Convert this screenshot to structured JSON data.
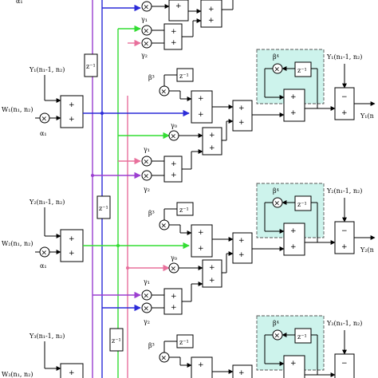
{
  "colors": {
    "purple": "#9b3fd0",
    "blue": "#2b2bd8",
    "green": "#33dd33",
    "pink": "#e8709c",
    "highlight": "#cdf3ec"
  },
  "inputs": [
    {
      "y": "Y₁(n₁-1, n₂)",
      "w": "W₁(n₁, n₂)",
      "alpha": "α₁"
    },
    {
      "y": "Y₂(n₁-1, n₂)",
      "w": "W₂(n₁, n₂)",
      "alpha": "α₁"
    },
    {
      "y": "Y₃(n₁-1, n₂)",
      "w": "W₃(n₁, n₂)"
    }
  ],
  "top_alpha": "α₁",
  "delay": "z⁻¹",
  "gamma0": "γ₀",
  "gamma1": "γ₁",
  "gamma2": "γ₂",
  "beta3": "β³",
  "beta4": "β⁴",
  "stages": [
    {
      "feedback": "Y₁(n₁-1, n₂)",
      "output": "Y₁(n"
    },
    {
      "feedback": "Y₂(n₁-1, n₂)",
      "output": "Y₂(n"
    },
    {
      "feedback": "Y₃(n₁-1, n₂)"
    }
  ],
  "plus": "+",
  "minus": "−",
  "times": "×"
}
